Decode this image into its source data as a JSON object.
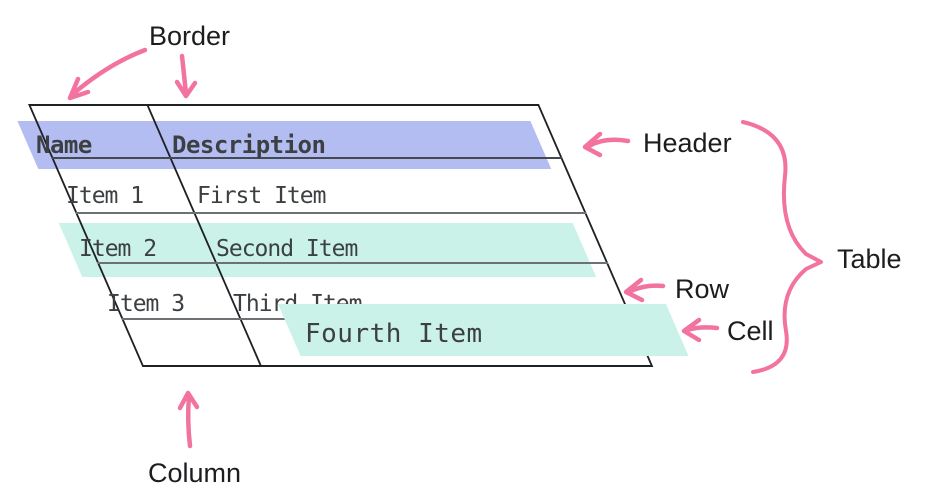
{
  "colors": {
    "header_highlight": "#b4bdf2",
    "row_highlight": "#cbf2e8",
    "cell_highlight": "#cbf2e8",
    "annotation_pink": "#f2739f",
    "outer_border": "#202124",
    "grid_line": "#6d7074",
    "header_line": "#46494e",
    "table_text": "#3c4043",
    "label_text": "#1d1d1f"
  },
  "annotations": {
    "border": "Border",
    "header": "Header",
    "table": "Table",
    "row": "Row",
    "cell": "Cell",
    "column": "Column"
  },
  "table": {
    "header": [
      "Name",
      "Description"
    ],
    "rows": [
      [
        "Item 1",
        "First Item"
      ],
      [
        "Item 2",
        "Second Item"
      ],
      [
        "Item 3",
        "Third Item"
      ],
      [
        "",
        "Fourth Item"
      ]
    ]
  }
}
